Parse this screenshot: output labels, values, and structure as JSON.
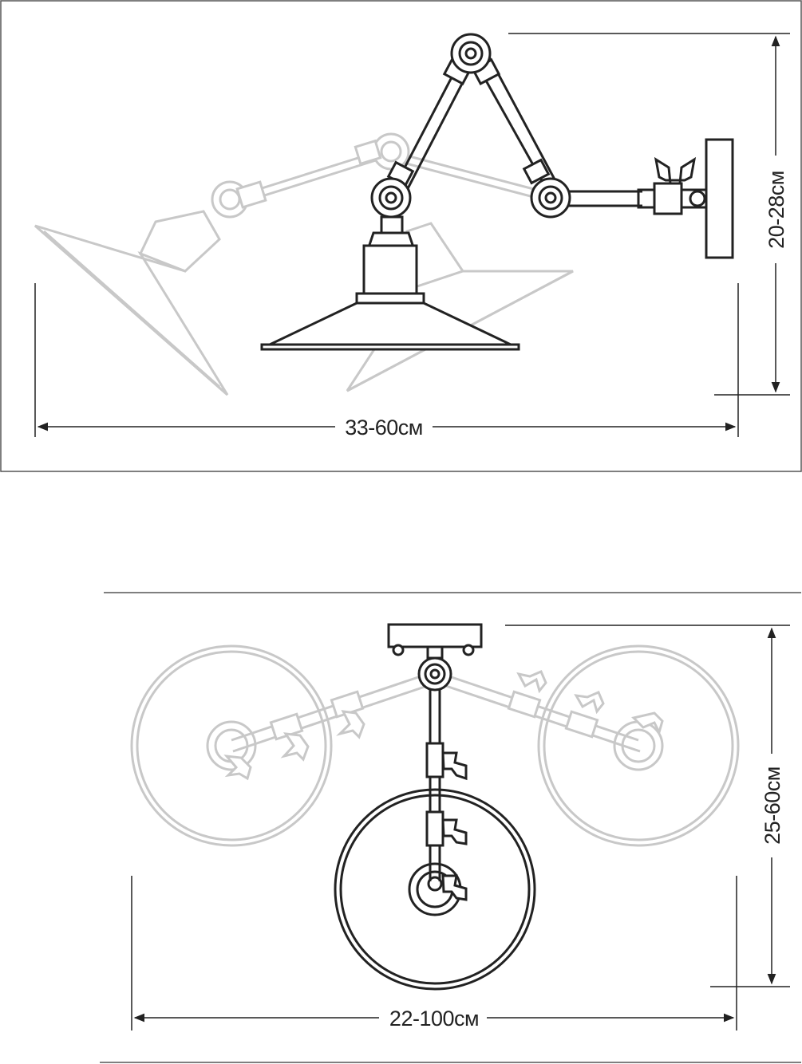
{
  "side_view": {
    "width_label": "33-60см",
    "height_label": "20-28см"
  },
  "top_view": {
    "width_label": "22-100см",
    "height_label": "25-60см"
  },
  "colors": {
    "line": "#222222",
    "ghost": "#c8c8c8",
    "frame": "#555555"
  }
}
